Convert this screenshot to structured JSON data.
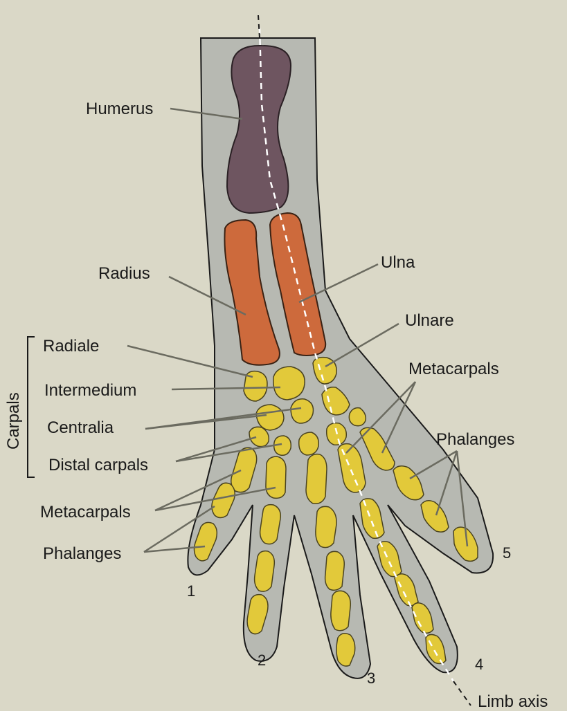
{
  "labels": {
    "humerus": "Humerus",
    "radius": "Radius",
    "ulna": "Ulna",
    "ulnare": "Ulnare",
    "radiale": "Radiale",
    "intermedium": "Intermedium",
    "centralia": "Centralia",
    "distal_carpals": "Distal carpals",
    "metacarpals_left": "Metacarpals",
    "metacarpals_right": "Metacarpals",
    "phalanges_left": "Phalanges",
    "phalanges_right": "Phalanges",
    "carpals": "Carpals",
    "limb_axis": "Limb axis"
  },
  "digits": [
    "1",
    "2",
    "3",
    "4",
    "5"
  ],
  "colors": {
    "background": "#dad8c7",
    "skin": "#b7b9b2",
    "humerus": "#6e5560",
    "forearm_bones": "#cd6a3c",
    "hand_bones": "#e2c93a"
  }
}
